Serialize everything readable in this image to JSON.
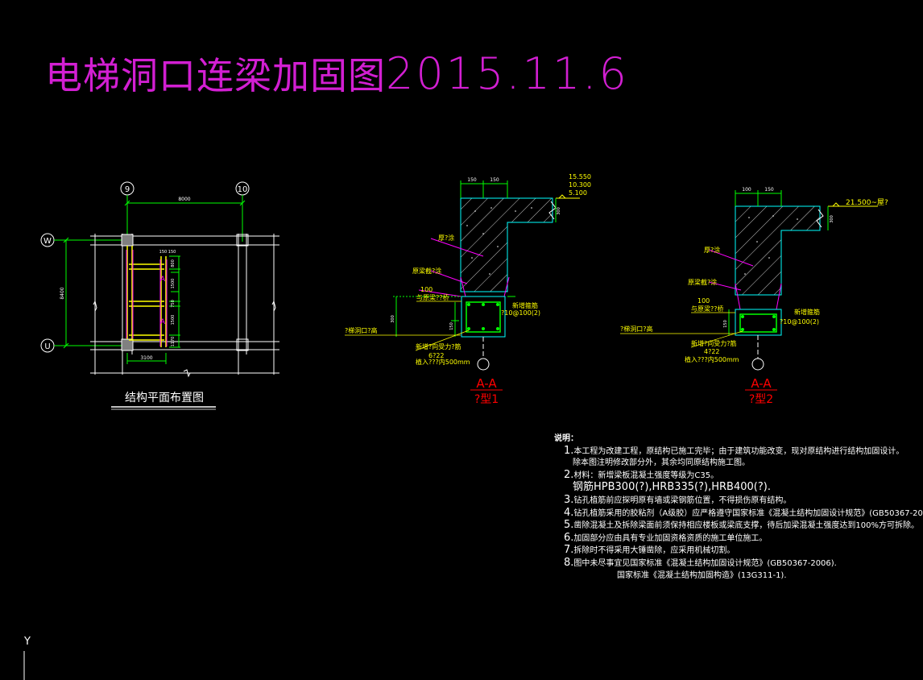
{
  "drawing": {
    "title": "电梯洞口连梁加固图",
    "date": "2015.11.6"
  },
  "plan": {
    "caption": "结构平面布置图",
    "axis_top_left": "9",
    "axis_top_right": "10",
    "axis_left_top": "W",
    "axis_left_bottom": "U",
    "dim_top": "8000",
    "dim_left": "8400",
    "dim_bottom": "3100",
    "dim_small_top": "150 150",
    "dims_right": [
      "800",
      "1500",
      "750",
      "1500",
      "1170"
    ],
    "section_marks": [
      "A",
      "A"
    ]
  },
  "section1": {
    "title": "A-A",
    "type": "?型1",
    "dim_top": [
      "150",
      "150"
    ],
    "elev": [
      "15.550",
      "10.300",
      "5.100"
    ],
    "labels": {
      "side_note": "厚?涂",
      "bottom_conc": "原梁截?涂",
      "dim100": "100",
      "grout": "与原梁??桥",
      "opening": "?梯洞口?高",
      "new_rebar": "新增?向受力?筋",
      "rebar_count": "6?22",
      "anchor": "植入???内500mm",
      "stirrup_label": "新增箍筋",
      "stirrup_spec": "?10@100(2)",
      "dim150": "150",
      "dim300": "300",
      "dim_right": "300"
    }
  },
  "section2": {
    "title": "A-A",
    "type": "?型2",
    "dim_top": [
      "100",
      "150"
    ],
    "elev": [
      "21.500~屋?"
    ],
    "labels": {
      "side_note": "厚?涂",
      "bottom_conc": "原梁截?涂",
      "dim100": "100",
      "grout": "与原梁??桥",
      "opening": "?梯洞口?高",
      "new_rebar": "新增?向受力?筋",
      "rebar_count": "4?22",
      "anchor": "植入???内500mm",
      "stirrup_label": "新增箍筋",
      "stirrup_spec": "?10@100(2)",
      "dim150": "150",
      "dim_right": "300"
    }
  },
  "notes": {
    "heading": "说明：",
    "items": [
      {
        "num": "1.",
        "text": "本工程为改建工程，原结构已施工完毕；由于建筑功能改变，现对原结构进行结构加固设计。"
      },
      {
        "num": "",
        "text": "除本图注明修改部分外，其余均同原结构施工图。"
      },
      {
        "num": "2.",
        "text": "材料：新增梁板混凝土强度等级为C35。"
      },
      {
        "num": "",
        "text": "钢筋HPB300(?),HRB335(?),HRB400(?)."
      },
      {
        "num": "3.",
        "text": "钻孔植筋前应探明原有墙或梁钢筋位置，不得损伤原有结构。"
      },
      {
        "num": "4.",
        "text": "钻孔植筋采用的胶粘剂（A级胶）应严格遵守国家标准《混凝土结构加固设计规范》(GB50367-2006)."
      },
      {
        "num": "5.",
        "text": "凿除混凝土及拆除梁面前须保持相应楼板或梁底支撑，待后加梁混凝土强度达到100%方可拆除。"
      },
      {
        "num": "6.",
        "text": "加固部分应由具有专业加固资格资质的施工单位施工。"
      },
      {
        "num": "7.",
        "text": "拆除时不得采用大锤凿除，应采用机械切割。"
      },
      {
        "num": "8.",
        "text": "图中未尽事宜见国家标准《混凝土结构加固设计规范》(GB50367-2006)."
      },
      {
        "num": "",
        "text": "国家标准《混凝土结构加固构造》(13G311-1)."
      }
    ]
  },
  "ucs": {
    "y_label": "Y"
  },
  "colors": {
    "background": "#000000",
    "title": "#d21fd2",
    "axis": "#00ff00",
    "dim": "#00ff00",
    "concrete_outline": "#00ffff",
    "leader": "#ff00ff",
    "rebar": "#00ff00",
    "label_yellow": "#ffff00",
    "section_title": "#ff0000",
    "text": "#ffffff"
  }
}
